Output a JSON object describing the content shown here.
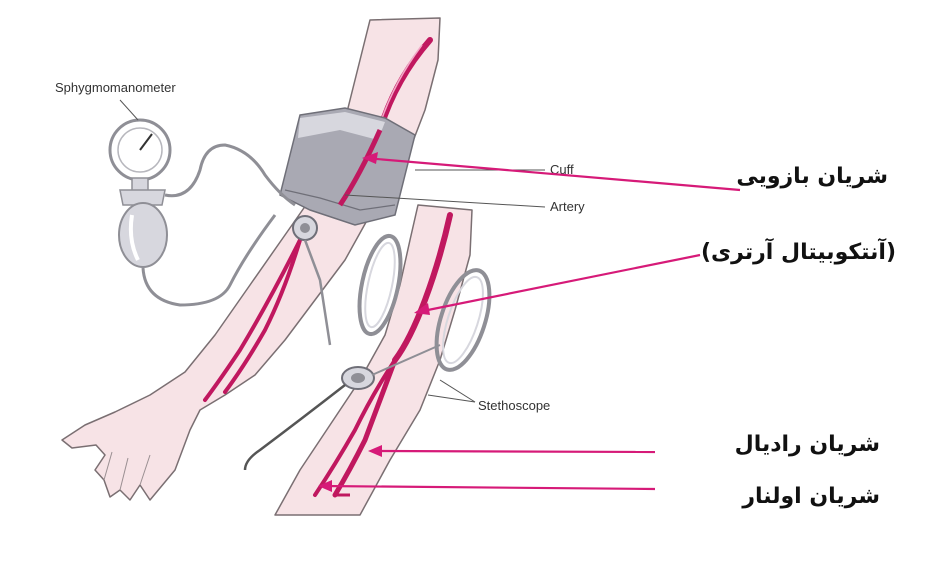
{
  "colors": {
    "skin": "#f7e3e6",
    "skin_outline": "#7a6f72",
    "artery": "#c0185f",
    "pointer": "#d61a78",
    "cuff": "#a9a9b3",
    "cuff_light": "#d7d7de",
    "equipment": "#8f8f96"
  },
  "labels": {
    "sphygmomanometer": "Sphygmomanometer",
    "cuff": "Cuff",
    "artery": "Artery",
    "stethoscope": "Stethoscope"
  },
  "persian_labels": {
    "brachial_artery": "شریان بازویی",
    "antecubital_artery": "(آنتکوبیتال آرتری)",
    "radial_artery": "شریان رادیال",
    "ulnar_artery": "شریان اولنار"
  },
  "icons": {
    "gauge": "sphygmomanometer-gauge-icon",
    "bulb": "inflation-bulb-icon",
    "chestpiece": "stethoscope-chestpiece-icon"
  }
}
